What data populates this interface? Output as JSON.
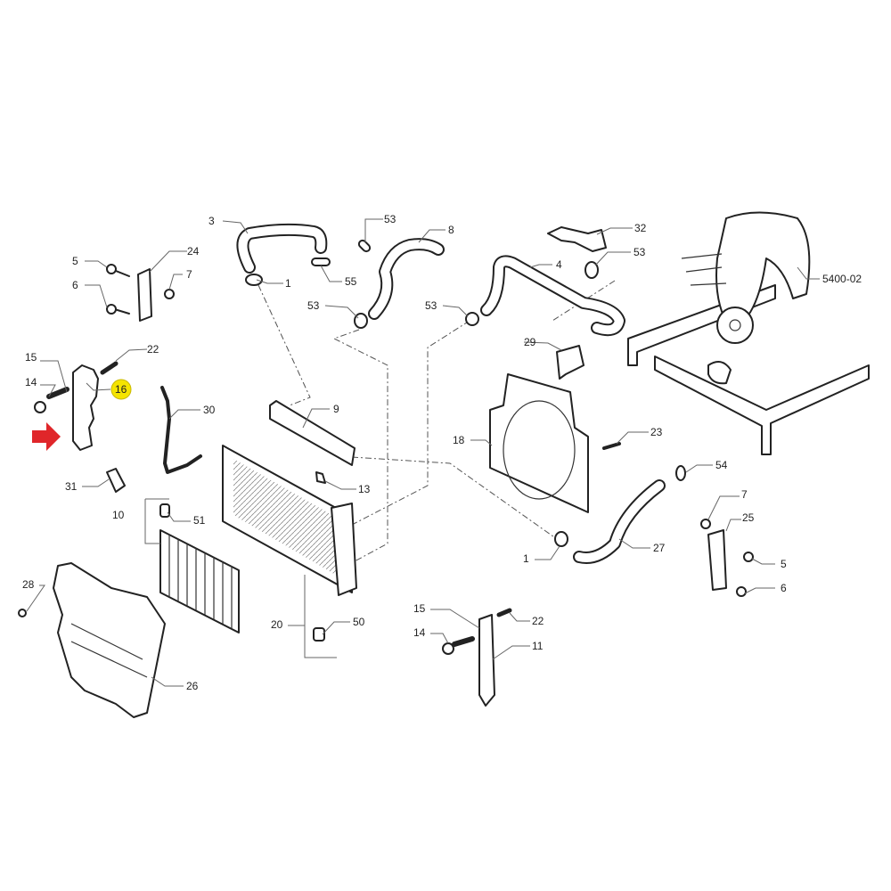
{
  "diagram": {
    "reference_code": "5400-02",
    "highlighted_part": "16",
    "highlight_color": "#f5e400",
    "pointer_arrow_color": "#e0262a",
    "callouts": [
      "3",
      "53",
      "8",
      "32",
      "4",
      "53",
      "1",
      "55",
      "53",
      "53",
      "24",
      "5",
      "7",
      "6",
      "15",
      "22",
      "14",
      "16",
      "30",
      "29",
      "9",
      "18",
      "23",
      "54",
      "31",
      "13",
      "10",
      "51",
      "1",
      "27",
      "7",
      "25",
      "5",
      "6",
      "28",
      "20",
      "50",
      "15",
      "22",
      "14",
      "11",
      "26"
    ]
  }
}
